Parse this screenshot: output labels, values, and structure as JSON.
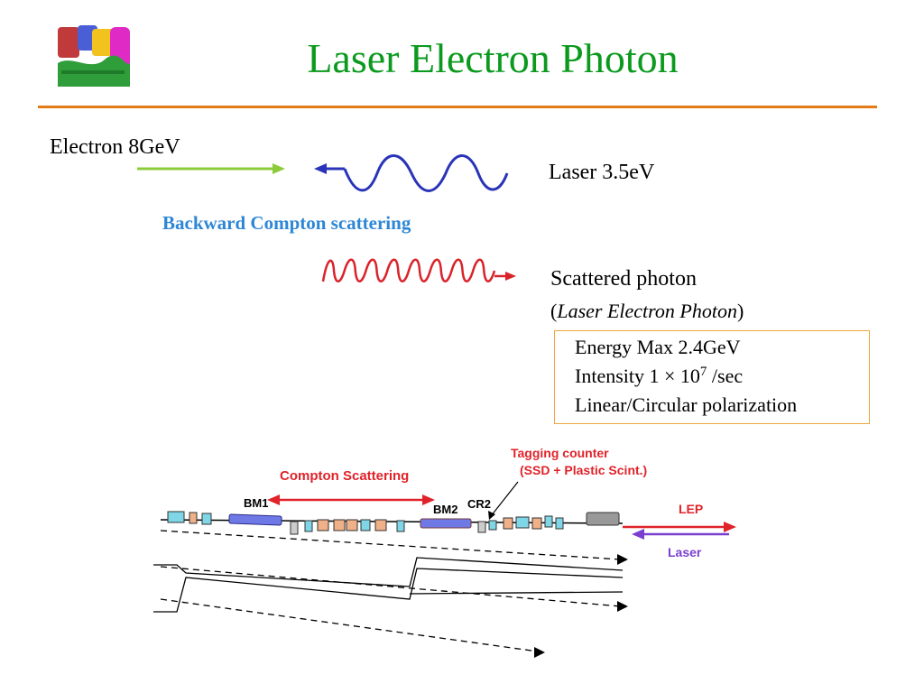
{
  "title": "Laser Electron Photon",
  "electron_label": "Electron 8GeV",
  "laser_label": "Laser  3.5eV",
  "process_label": "Backward Compton scattering",
  "scattered_label": "Scattered photon",
  "lep_paren_open": "(",
  "lep_paren_text": "Laser Electron Photon",
  "lep_paren_close": ")",
  "specs": {
    "energy": "Energy   Max 2.4GeV",
    "intensity_prefix": "Intensity 1 × 10",
    "intensity_exp": "7",
    "intensity_suffix": " /sec",
    "polarization": "Linear/Circular polarization"
  },
  "beamline": {
    "compton_label": "Compton Scattering",
    "bm1": "BM1",
    "bm2": "BM2",
    "cr2": "CR2",
    "tagging_line1": "Tagging counter",
    "tagging_line2": "(SSD + Plastic Scint.)",
    "lep": "LEP",
    "laser": "Laser"
  },
  "colors": {
    "title": "#0b9a1e",
    "rule": "#e37b16",
    "electron_arrow": "#8ccc3a",
    "laser_wave": "#2a34b8",
    "photon_wave": "#d9232a",
    "process_text": "#2d86d6",
    "spec_border": "#f0a640"
  }
}
